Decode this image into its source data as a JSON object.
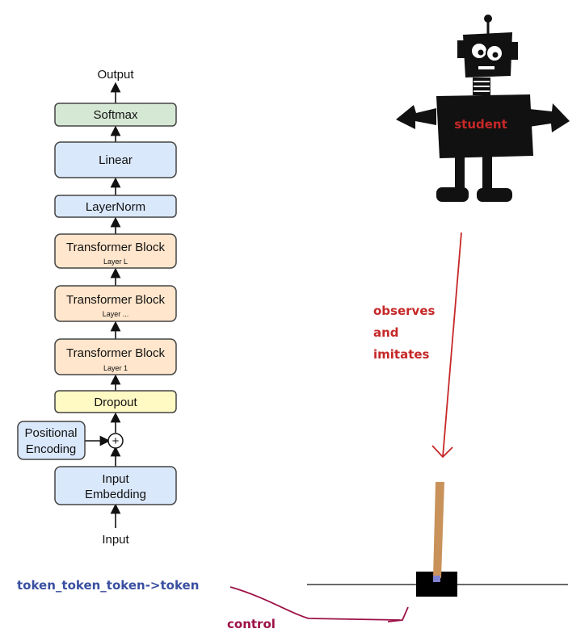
{
  "transformer": {
    "output_label": "Output",
    "input_label": "Input",
    "blocks": {
      "softmax": "Softmax",
      "linear": "Linear",
      "layernorm": "LayerNorm",
      "transformer_title": "Transformer Block",
      "layer_l": "Layer L",
      "layer_mid": "Layer ...",
      "layer_1": "Layer 1",
      "dropout": "Dropout",
      "input_embedding_line1": "Input",
      "input_embedding_line2": "Embedding",
      "positional_line1": "Positional",
      "positional_line2": "Encoding",
      "plus_symbol": "+"
    },
    "colors": {
      "softmax": "#d5e8d4",
      "blue": "#dae8fc",
      "orange": "#ffe6cc",
      "yellow": "#fff9c4",
      "stroke": "#444444"
    }
  },
  "robot": {
    "label": "student",
    "label_color": "#c62828"
  },
  "annotations": {
    "observes_line1": "observes",
    "observes_line2": "and",
    "observes_line3": "imitates",
    "token_label": "token_token_token->token",
    "control_label": "control",
    "red": "#c62828",
    "blue": "#3a4fa0",
    "maroon": "#9c1146"
  },
  "cartpole": {
    "pole_color": "#c8925a",
    "cart_color": "#000000",
    "axle_color": "#8080d0"
  }
}
